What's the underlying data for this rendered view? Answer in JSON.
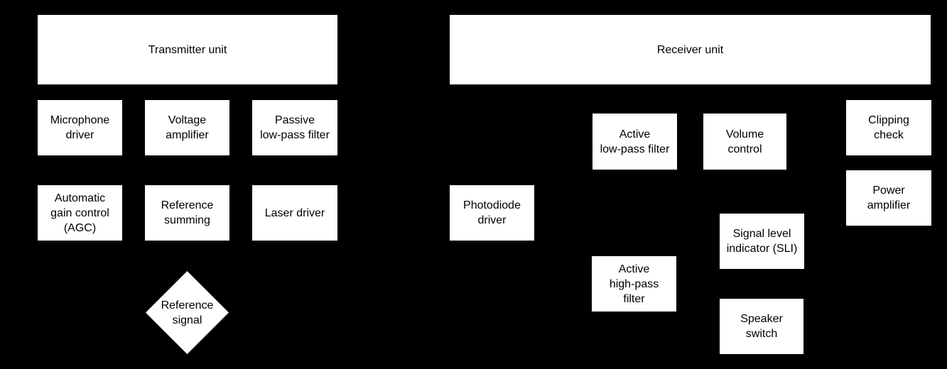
{
  "colors": {
    "background": "#000000",
    "node_fill": "#ffffff",
    "node_text": "#000000"
  },
  "nodes": {
    "transmitter_unit": {
      "label": "Transmitter unit",
      "shape": "rect"
    },
    "microphone_driver": {
      "label": "Microphone\ndriver",
      "shape": "rect"
    },
    "voltage_amplifier": {
      "label": "Voltage\namplifier",
      "shape": "rect"
    },
    "passive_low_pass_filter": {
      "label": "Passive\nlow-pass filter",
      "shape": "rect"
    },
    "automatic_gain_control": {
      "label": "Automatic\ngain control\n(AGC)",
      "shape": "rect"
    },
    "reference_summing": {
      "label": "Reference\nsumming",
      "shape": "rect"
    },
    "laser_driver": {
      "label": "Laser driver",
      "shape": "rect"
    },
    "reference_signal": {
      "label": "Reference\nsignal",
      "shape": "diamond"
    },
    "receiver_unit": {
      "label": "Receiver unit",
      "shape": "rect"
    },
    "active_low_pass_filter": {
      "label": "Active\nlow-pass filter",
      "shape": "rect"
    },
    "volume_control": {
      "label": "Volume\ncontrol",
      "shape": "rect"
    },
    "clipping_check": {
      "label": "Clipping\ncheck",
      "shape": "rect"
    },
    "photodiode_driver": {
      "label": "Photodiode\ndriver",
      "shape": "rect"
    },
    "power_amplifier": {
      "label": "Power\namplifier",
      "shape": "rect"
    },
    "signal_level_indicator": {
      "label": "Signal level\nindicator (SLI)",
      "shape": "rect"
    },
    "active_high_pass_filter": {
      "label": "Active\nhigh-pass\nfilter",
      "shape": "rect"
    },
    "speaker_switch": {
      "label": "Speaker\nswitch",
      "shape": "rect"
    }
  }
}
